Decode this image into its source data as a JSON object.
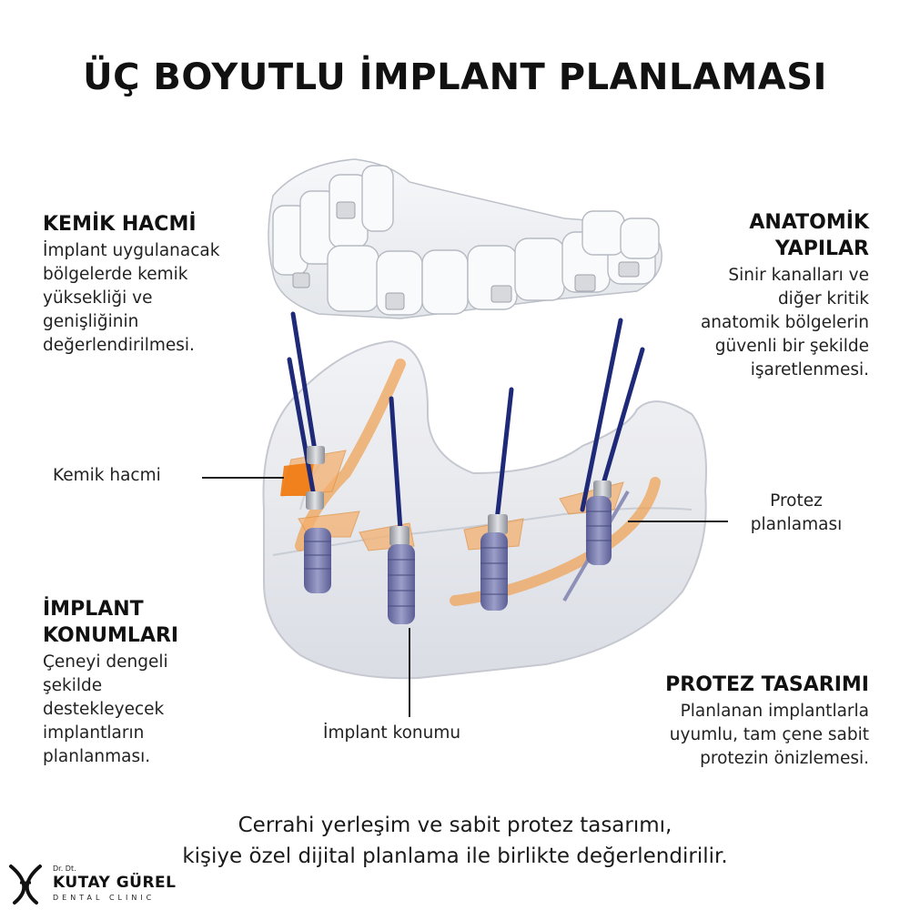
{
  "title": "ÜÇ BOYUTLU İMPLANT PLANLAMASI",
  "sections": {
    "kemik_hacmi": {
      "heading": "KEMİK HACMİ",
      "lines": [
        "İmplant uygulanacak",
        "bölgelerde kemik",
        "yüksekliği ve",
        "genişliğinin",
        "değerlendirilmesi."
      ]
    },
    "anatomik_yapilar": {
      "heading_lines": [
        "ANATOMİK",
        "YAPILAR"
      ],
      "lines": [
        "Sinir kanalları ve",
        "diğer kritik",
        "anatomik bölgelerin",
        "güvenli bir şekilde",
        "işaretlenmesi."
      ]
    },
    "implant_konumlari": {
      "heading_lines": [
        "İMPLANT",
        "KONUMLARI"
      ],
      "lines": [
        "Çeneyi dengeli",
        "şekilde",
        "destekleyecek",
        "implantların",
        "planlanması."
      ]
    },
    "protez_tasarimi": {
      "heading": "PROTEZ TASARIMI",
      "lines": [
        "Planlanan implantlarla",
        "uyumlu, tam çene sabit",
        "protezin önizlemesi."
      ]
    }
  },
  "callouts": {
    "kemik_hacmi": "Kemik hacmi",
    "protez_planlamasi": [
      "Protez",
      "planlaması"
    ],
    "implant_konumu": "İmplant konumu"
  },
  "footer": {
    "lines": [
      "Cerrahi yerleşim ve sabit protez tasarımı,",
      "kişiye özel dijital planlama ile birlikte değerlendirilir."
    ]
  },
  "logo": {
    "prefix": "Dr. Dt.",
    "name": "KUTAY GÜREL",
    "subtitle": "DENTAL CLINIC"
  },
  "colors": {
    "accent_orange": "#f0a050",
    "implant_blue": "#1e2a78",
    "implant_body": "#6f72a8"
  }
}
